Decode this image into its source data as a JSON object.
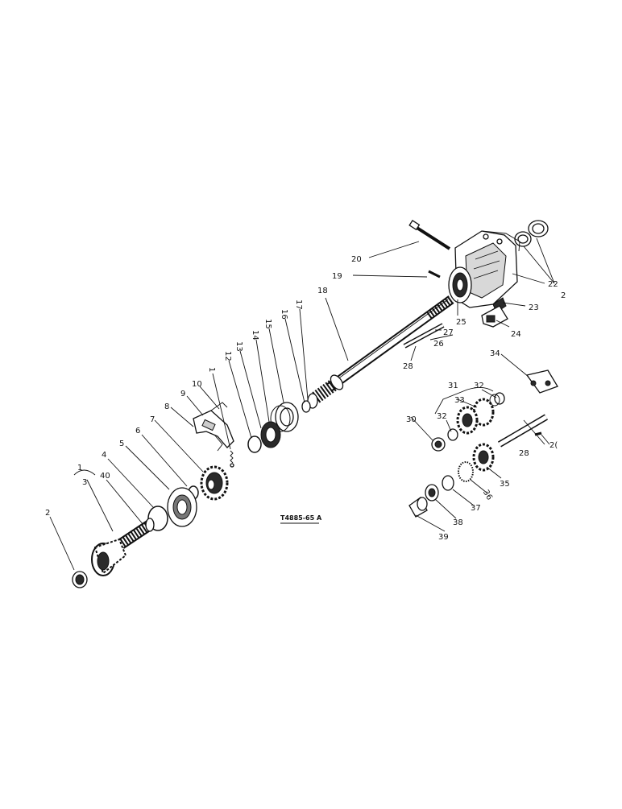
{
  "diagram": {
    "reference_code": "T4885-65 A",
    "labels": [
      {
        "id": "n20",
        "text": "20"
      },
      {
        "id": "n19",
        "text": "19"
      },
      {
        "id": "n2a",
        "text": "2"
      },
      {
        "id": "n22",
        "text": "22"
      },
      {
        "id": "n23",
        "text": "23"
      },
      {
        "id": "n24",
        "text": "24"
      },
      {
        "id": "n25",
        "text": "25"
      },
      {
        "id": "n27",
        "text": "27"
      },
      {
        "id": "n26",
        "text": "26"
      },
      {
        "id": "n28a",
        "text": "28"
      },
      {
        "id": "n18",
        "text": "18"
      },
      {
        "id": "n17",
        "text": "17"
      },
      {
        "id": "n16",
        "text": "16"
      },
      {
        "id": "n15",
        "text": "15"
      },
      {
        "id": "n14",
        "text": "14"
      },
      {
        "id": "n13",
        "text": "13"
      },
      {
        "id": "n12",
        "text": "12"
      },
      {
        "id": "n11",
        "text": "1"
      },
      {
        "id": "n10",
        "text": "10"
      },
      {
        "id": "n9",
        "text": "9"
      },
      {
        "id": "n8",
        "text": "8"
      },
      {
        "id": "n7",
        "text": "7"
      },
      {
        "id": "n6",
        "text": "6"
      },
      {
        "id": "n5",
        "text": "5"
      },
      {
        "id": "n4",
        "text": "4"
      },
      {
        "id": "n1",
        "text": "1"
      },
      {
        "id": "n3",
        "text": "3"
      },
      {
        "id": "n40",
        "text": "40"
      },
      {
        "id": "n2b",
        "text": "2"
      },
      {
        "id": "n34",
        "text": "34"
      },
      {
        "id": "n31",
        "text": "31"
      },
      {
        "id": "n32a",
        "text": "32"
      },
      {
        "id": "n33",
        "text": "33"
      },
      {
        "id": "n30",
        "text": "30"
      },
      {
        "id": "n32b",
        "text": "32"
      },
      {
        "id": "n21",
        "text": "2("
      },
      {
        "id": "n28b",
        "text": "28"
      },
      {
        "id": "n35",
        "text": "35"
      },
      {
        "id": "n36",
        "text": "36"
      },
      {
        "id": "n37",
        "text": "37"
      },
      {
        "id": "n38",
        "text": "38"
      },
      {
        "id": "n39",
        "text": "39"
      }
    ]
  }
}
